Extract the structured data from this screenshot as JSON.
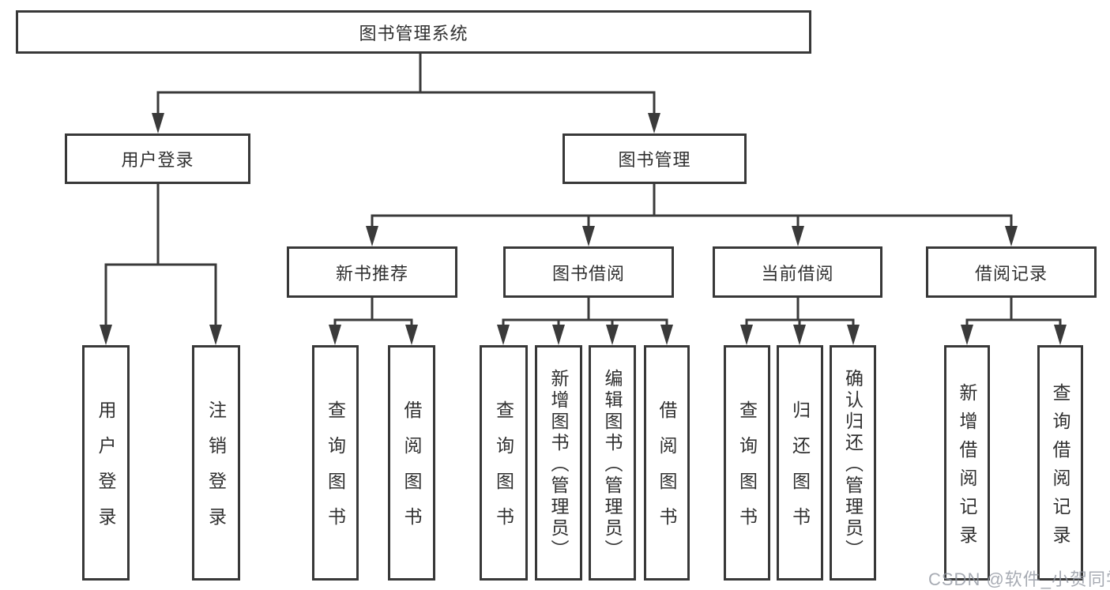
{
  "diagram": {
    "root": {
      "label": "图书管理系统"
    },
    "level2": [
      {
        "label": "用户登录"
      },
      {
        "label": "图书管理"
      }
    ],
    "level3": [
      {
        "label": "新书推荐"
      },
      {
        "label": "图书借阅"
      },
      {
        "label": "当前借阅"
      },
      {
        "label": "借阅记录"
      }
    ],
    "leaves": [
      {
        "label": "用户登录"
      },
      {
        "label": "注销登录"
      },
      {
        "label": "查询图书"
      },
      {
        "label": "借阅图书"
      },
      {
        "label": "查询图书"
      },
      {
        "label": "新增图书（管理员）"
      },
      {
        "label": "编辑图书（管理员）"
      },
      {
        "label": "借阅图书"
      },
      {
        "label": "查询图书"
      },
      {
        "label": "归还图书"
      },
      {
        "label": "确认归还（管理员）"
      },
      {
        "label": "新增借阅记录"
      },
      {
        "label": "查询借阅记录"
      }
    ]
  },
  "watermark": {
    "text": "CSDN @软件_小贺同学"
  },
  "colors": {
    "line": "#3a3a3a",
    "border": "#383838",
    "text": "#303030",
    "background": "#ffffff",
    "watermark": "#9ba0a8"
  }
}
